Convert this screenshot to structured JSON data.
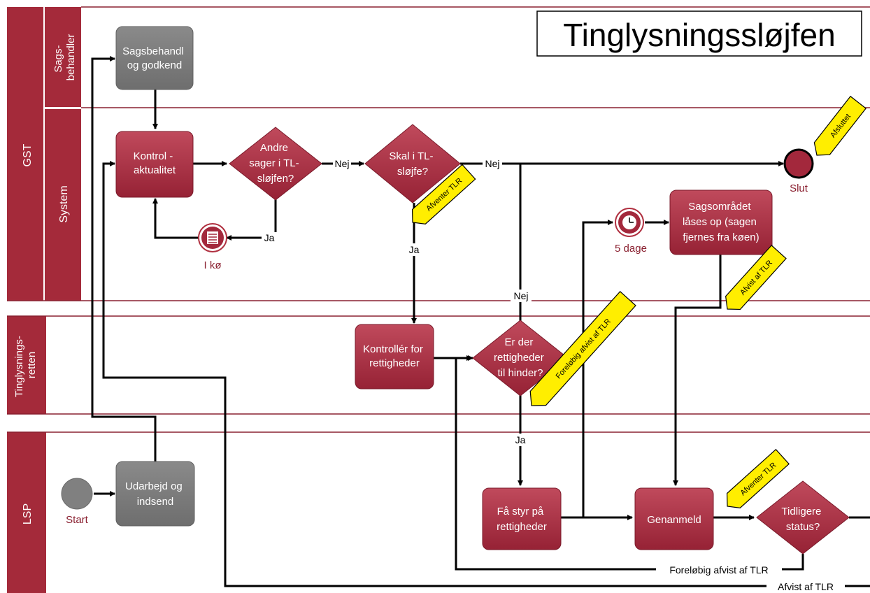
{
  "title": "Tinglysningssløjfen",
  "colors": {
    "process_fill": "#a3283c",
    "process_fill_light": "#c84a5c",
    "gray_fill": "#808080",
    "lane_header": "#a42a3a",
    "lane_line": "#8a2030",
    "flag_fill": "#ffee00",
    "arrow": "#000000"
  },
  "lanes": {
    "gst": "GST",
    "sagsbehandler": "Sags-\nbehandler",
    "system": "System",
    "tinglysningsretten": "Tinglysnings-\nretten",
    "lsp": "LSP"
  },
  "nodes": {
    "sagsbehandl": [
      "Sagsbehandl",
      "og godkend"
    ],
    "kontrol": [
      "Kontrol -",
      "aktualitet"
    ],
    "andre_sager": [
      "Andre",
      "sager i TL-",
      "sløjfen?"
    ],
    "skal_tl": [
      "Skal i TL-",
      "sløjfe?"
    ],
    "slut": "Slut",
    "i_koe": "I kø",
    "fem_dage": "5 dage",
    "sagsomraadet": [
      "Sagsområdet",
      "låses op (sagen",
      "fjernes fra køen)"
    ],
    "kontroller": [
      "Kontrollér for",
      "rettigheder"
    ],
    "er_der": [
      "Er der",
      "rettigheder",
      "til hinder?"
    ],
    "start": "Start",
    "udarbejd": [
      "Udarbejd og",
      "indsend"
    ],
    "faa_styr": [
      "Få styr på",
      "rettigheder"
    ],
    "genanmeld": "Genanmeld",
    "tidligere": [
      "Tidligere",
      "status?"
    ]
  },
  "edge_labels": {
    "nej1": "Nej",
    "nej2": "Nej",
    "ja_koe": "Ja",
    "ja_skal": "Ja",
    "nej_er_der": "Nej",
    "ja_er_der": "Ja",
    "foreloebig": "Foreløbig afvist af TLR",
    "afvist": "Afvist af TLR"
  },
  "flags": {
    "afsluttet": "Afsluttet",
    "afventer1": "Afventer TLR",
    "afvist_tlr": "Afvist af TLR",
    "foreloebig": "Foreløbig afvist af TLR",
    "afventer2": "Afventer TLR"
  }
}
